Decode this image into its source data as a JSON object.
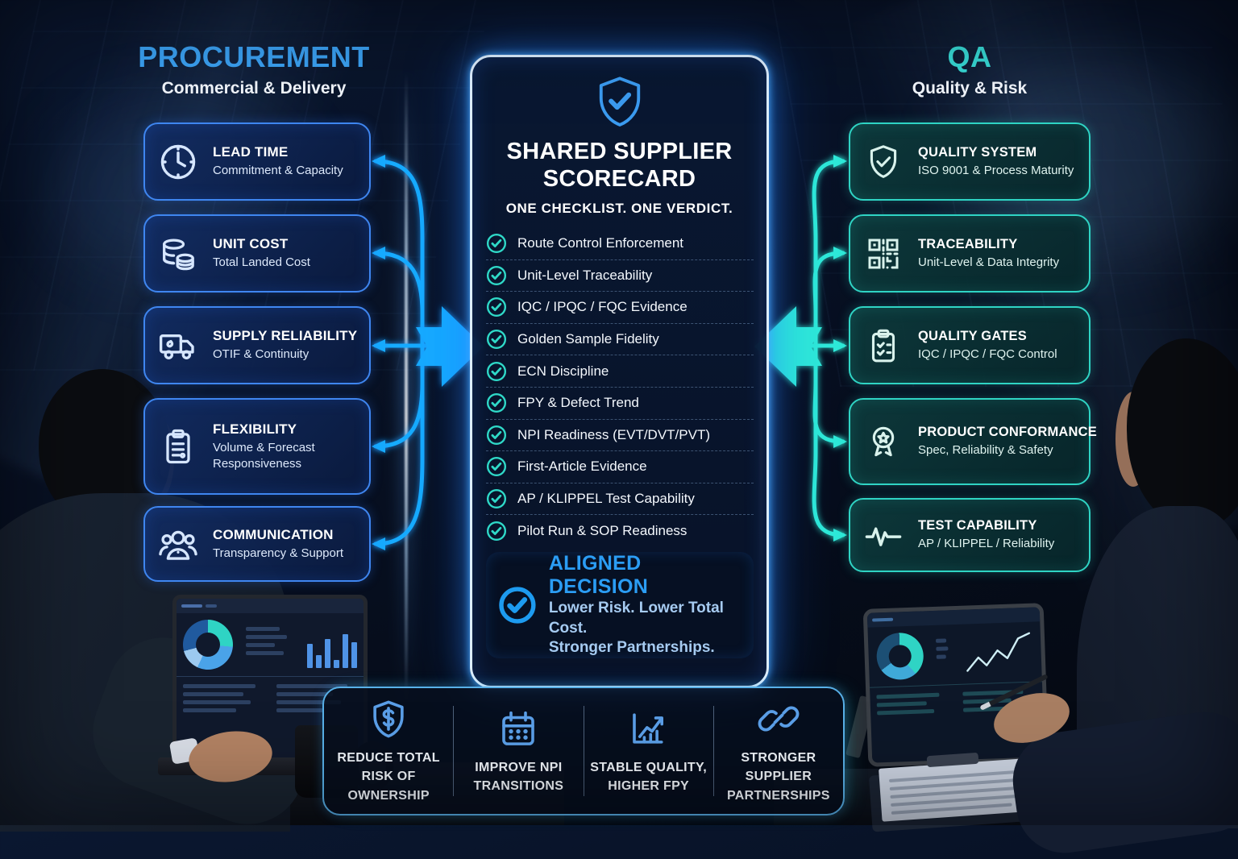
{
  "left_panel": {
    "title": "PROCUREMENT",
    "subtitle": "Commercial & Delivery",
    "cards": [
      {
        "icon": "clock-icon",
        "title": "LEAD TIME",
        "subtitle": "Commitment & Capacity"
      },
      {
        "icon": "coins-icon",
        "title": "UNIT COST",
        "subtitle": "Total Landed Cost"
      },
      {
        "icon": "truck-icon",
        "title": "SUPPLY RELIABILITY",
        "subtitle": "OTIF & Continuity"
      },
      {
        "icon": "clipboard-list-icon",
        "title": "FLEXIBILITY",
        "subtitle": "Volume & Forecast Responsiveness"
      },
      {
        "icon": "people-group-icon",
        "title": "COMMUNICATION",
        "subtitle": "Transparency & Support"
      }
    ]
  },
  "center_panel": {
    "badge_icon": "shield-check-icon",
    "title_line1": "SHARED SUPPLIER",
    "title_line2": "SCORECARD",
    "tagline": "ONE CHECKLIST. ONE VERDICT.",
    "checklist": [
      "Route Control Enforcement",
      "Unit-Level Traceability",
      "IQC / IPQC / FQC Evidence",
      "Golden Sample Fidelity",
      "ECN Discipline",
      "FPY & Defect Trend",
      "NPI Readiness (EVT/DVT/PVT)",
      "First-Article Evidence",
      "AP / KLIPPEL Test Capability",
      "Pilot Run & SOP Readiness"
    ],
    "decision": {
      "icon": "circle-check-icon",
      "title": "ALIGNED DECISION",
      "line1": "Lower Risk. Lower Total Cost.",
      "line2": "Stronger Partnerships."
    }
  },
  "right_panel": {
    "title": "QA",
    "subtitle": "Quality & Risk",
    "cards": [
      {
        "icon": "shield-check-icon",
        "title": "QUALITY SYSTEM",
        "subtitle": "ISO 9001 & Process Maturity"
      },
      {
        "icon": "qr-code-icon",
        "title": "TRACEABILITY",
        "subtitle": "Unit-Level & Data Integrity"
      },
      {
        "icon": "clipboard-check-icon",
        "title": "QUALITY GATES",
        "subtitle": "IQC / IPQC / FQC Control"
      },
      {
        "icon": "award-ribbon-icon",
        "title": "PRODUCT CONFORMANCE",
        "subtitle": "Spec, Reliability & Safety"
      },
      {
        "icon": "waveform-icon",
        "title": "TEST CAPABILITY",
        "subtitle": "AP / KLIPPEL / Reliability"
      }
    ]
  },
  "footer": {
    "items": [
      {
        "icon": "shield-dollar-icon",
        "line1": "REDUCE TOTAL",
        "line2": "RISK OF OWNERSHIP"
      },
      {
        "icon": "calendar-icon",
        "line1": "IMPROVE NPI",
        "line2": "TRANSITIONS"
      },
      {
        "icon": "growth-chart-icon",
        "line1": "STABLE QUALITY,",
        "line2": "HIGHER FPY"
      },
      {
        "icon": "link-icon",
        "line1": "STRONGER SUPPLIER",
        "line2": "PARTNERSHIPS"
      }
    ]
  },
  "colors": {
    "procurement_accent": "#3BA2F4",
    "qa_accent": "#37D8D4",
    "left_card_border": "#3F86F0",
    "right_card_border": "#2FD4C4",
    "checkmark_teal": "#2FD9C8",
    "decision_blue": "#2B9DF4",
    "footer_icon_blue": "#5B9FE8",
    "neon_card_border": "#DCEEFF",
    "arrow_blue": "#18ABFF",
    "arrow_teal": "#2FE9D8"
  }
}
